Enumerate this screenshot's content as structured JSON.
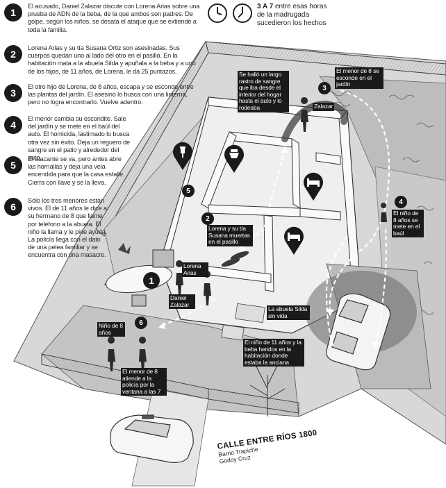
{
  "steps": [
    {
      "num": "1",
      "text": "El acusado, Daniel Zalazar discute con Lorena Arias sobre una prueba de ADN de la beba, de la que ambos son padres. De golpe, según los niños, se desata el ataque que se extiende a toda la familia."
    },
    {
      "num": "2",
      "text": "Lorena Arias y su tía Susana Ortiz son asesinadas. Sus cuerpos quedan uno al lado del otro en el pasillo. En la habitación mata a la abuela Silda y apuñala a la beba y a uno de los hijos, de 11 años, de Lorena, le da 25 puntazos."
    },
    {
      "num": "3",
      "text": "El otro hijo de Lorena, de 8 años, escapa y se esconde entre las plantas del jardín. El asesino lo busca con una linterna, pero no logra encontrarlo. Vuelve adentro."
    },
    {
      "num": "4",
      "text": "El menor cambia su escondite. Sale del jardín y se mete en el baúl del auto. El homicida, lastimado lo busca otra vez sin éxito. Deja un reguero de sangre en el patio y alrededor del auto."
    },
    {
      "num": "5",
      "text": "El atacante se va, pero antes abre las hornallas y deja una vela encendida para que la casa estalle. Cierra con llave y se la lleva."
    },
    {
      "num": "6",
      "text": "Sólo los tres menores están vivos. El de 11 años le dice a su hermano de 8 que llame por teléfono a la abuela. El niño la llama y le pide ayuda. La policía llega con el dato de una pelea familiar y se encuentra con una masacre."
    }
  ],
  "time": {
    "bold": "3 A 7",
    "rest": "entre esas horas de la madrugada sucedieron los hechos"
  },
  "labels": {
    "blood_trail": "Se halló un largo rastro de sangre que iba desde el interior del hogar hasta el auto y lo rodeaba",
    "garden_hide": "El menor de 8 se esconde en el jardín",
    "zalazar_top": "Zalazar",
    "trunk": "El niño de 8 años se mete en el baúl",
    "hallway": "Lorena y su tía Susana muertas en el pasillo",
    "lorena": "Lorena Arias",
    "daniel": "Daniel Zalazar",
    "silda": "La abuela Silda sin vida",
    "boy11": "El niño de 11 años y la beba heridos en la habitación donde estaba la anciana",
    "boy8": "Niño de 8 años",
    "police": "El menor de 8 atiende a la policía por la ventana a las 7"
  },
  "map_numbers": {
    "n1": "1",
    "n2": "2",
    "n3": "3",
    "n4": "4",
    "n5": "5",
    "n6": "6"
  },
  "street": {
    "main": "CALLE ENTRE RÍOS 1800",
    "line2": "Barrio Trapiche",
    "line3": "Godoy Cruz"
  }
}
